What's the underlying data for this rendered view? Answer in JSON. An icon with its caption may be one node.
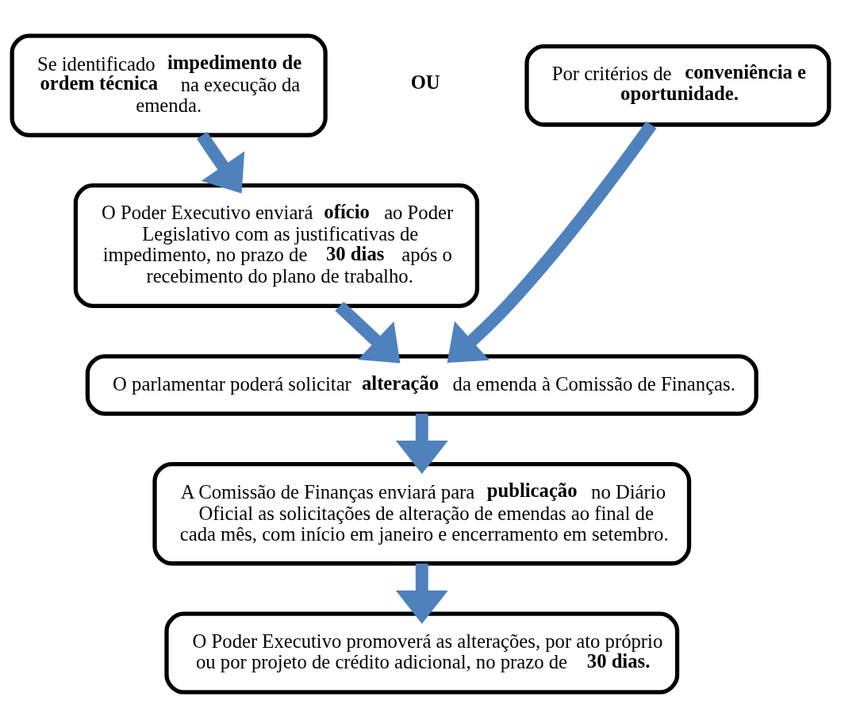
{
  "diagram": {
    "nodes": [
      {
        "text": [
          "Se identificado **impedimento de ordem técnica** na execução da emenda."
        ]
      },
      {
        "text": [
          "Por critérios de **conveniência e oportunidade.**"
        ]
      },
      {
        "text": [
          "O Poder Executivo enviará **ofício** ao Poder Legislativo com as justificativas de impedimento, no prazo de **30 dias** após o recebimento do plano de trabalho."
        ]
      },
      {
        "text": [
          "O parlamentar poderá solicitar **alteração** da emenda à Comissão de Finanças."
        ]
      },
      {
        "text": [
          "A Comissão de Finanças enviará para **publicação** no Diário Oficial as solicitações de alteração de emendas ao final de cada mês, com início em janeiro e encerramento em setembro."
        ]
      },
      {
        "text": [
          "O Poder Executivo promoverá as alterações, por ato próprio ou por projeto de crédito adicional, no prazo de **30 dias.**"
        ]
      }
    ],
    "edges": [
      {
        "from": 0,
        "to": 2,
        "arrow": "to"
      },
      {
        "from": 2,
        "to": 3,
        "arrow": "to"
      },
      {
        "from": 1,
        "to": 3,
        "arrow": "to"
      },
      {
        "from": 3,
        "to": 4,
        "arrow": "to"
      },
      {
        "from": 4,
        "to": 5,
        "arrow": "to"
      }
    ],
    "labels": [
      "OU"
    ]
  }
}
